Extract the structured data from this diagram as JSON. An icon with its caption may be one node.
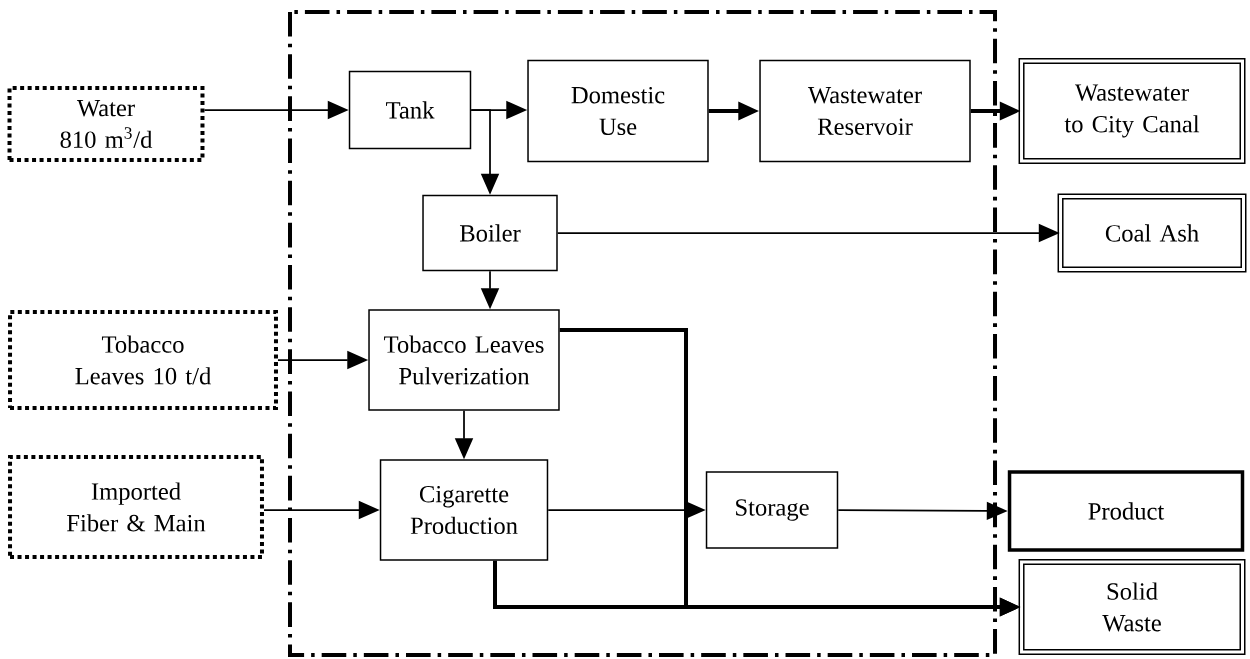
{
  "diagram": {
    "nodes": [
      {
        "text": [
          "Water 810 m$^{3}$/d"
        ]
      },
      {
        "text": [
          "Tank"
        ]
      },
      {
        "text": [
          "Domestic Use"
        ]
      },
      {
        "text": [
          "Wastewater Reservoir"
        ]
      },
      {
        "text": [
          "Wastewater to City Canal"
        ]
      },
      {
        "text": [
          "Boiler"
        ]
      },
      {
        "text": [
          "Coal Ash"
        ]
      },
      {
        "text": [
          "Tobacco Leaves 10 t/d"
        ]
      },
      {
        "text": [
          "Tobacco Leaves Pulverization"
        ]
      },
      {
        "text": [
          "Imported Fiber & Main"
        ]
      },
      {
        "text": [
          "Cigarette Production"
        ]
      },
      {
        "text": [
          "Storage"
        ]
      },
      {
        "text": [
          "Product"
        ]
      },
      {
        "text": [
          "Solid Waste"
        ]
      }
    ],
    "edges": [
      {
        "from": 0,
        "to": 1,
        "arrow": "to"
      },
      {
        "from": 1,
        "to": 2,
        "arrow": "to"
      },
      {
        "from": 1,
        "to": 5,
        "arrow": "to"
      },
      {
        "from": 2,
        "to": 3,
        "arrow": "to",
        "style": "thick"
      },
      {
        "from": 3,
        "to": 4,
        "arrow": "to",
        "style": "thick"
      },
      {
        "from": 5,
        "to": 6,
        "arrow": "to"
      },
      {
        "from": 5,
        "to": 8,
        "arrow": "to"
      },
      {
        "from": 7,
        "to": 8,
        "arrow": "to"
      },
      {
        "from": 8,
        "to": 10,
        "arrow": "to"
      },
      {
        "from": 9,
        "to": 10,
        "arrow": "to"
      },
      {
        "from": 10,
        "to": 11,
        "arrow": "to"
      },
      {
        "from": 11,
        "to": 12,
        "arrow": "to"
      },
      {
        "from": 10,
        "to": 13,
        "arrow": "to",
        "style": "thick"
      },
      {
        "from": 8,
        "to": 13,
        "arrow": "to",
        "style": "thick"
      }
    ]
  }
}
